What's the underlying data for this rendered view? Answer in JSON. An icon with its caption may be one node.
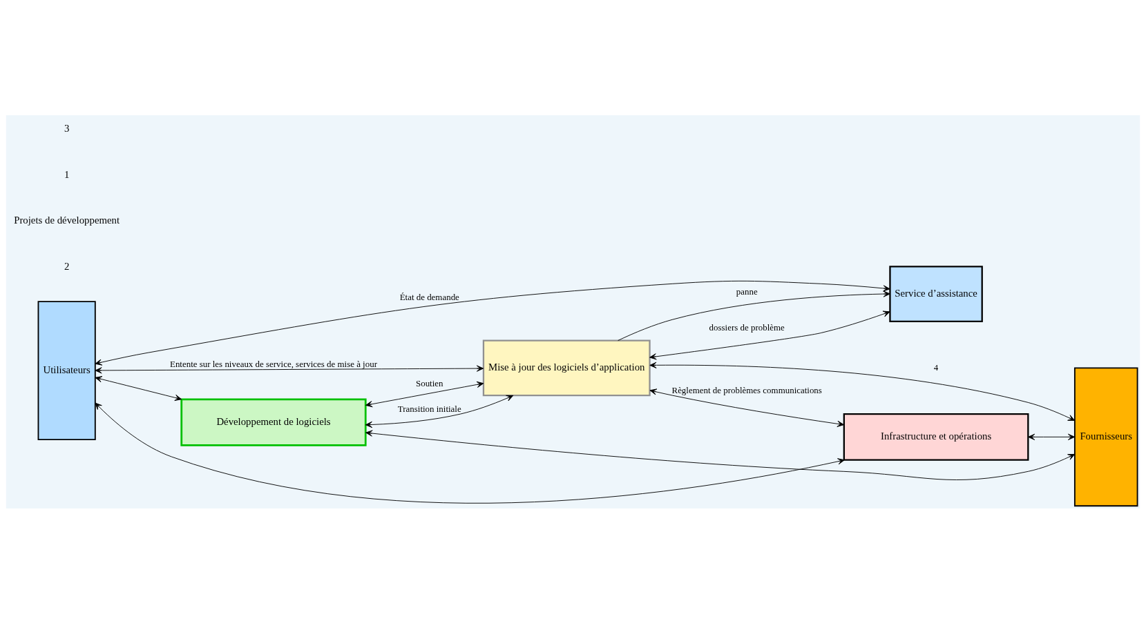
{
  "diagram": {
    "nodes": [
      {
        "text": [
          "Utilisateurs"
        ]
      },
      {
        "text": [
          "Développement de logiciels"
        ]
      },
      {
        "text": [
          "Mise à jour des logiciels d’application"
        ]
      },
      {
        "text": [
          "Service d’assistance"
        ]
      },
      {
        "text": [
          "Infrastructure et opérations"
        ]
      },
      {
        "text": [
          "Fournisseurs"
        ]
      }
    ],
    "edges": [
      {
        "from": 0,
        "to": 1,
        "arrow": "both"
      },
      {
        "from": 1,
        "to": 5,
        "arrow": "both"
      },
      {
        "from": 1,
        "to": 2,
        "arrow": "both",
        "label": "Soutien"
      },
      {
        "from": 1,
        "to": 2,
        "arrow": "both",
        "label": "Transition initiale"
      },
      {
        "from": 0,
        "to": 2,
        "arrow": "both",
        "label": "Entente sur les niveaux de service, services de mise à jour"
      },
      {
        "from": 2,
        "to": 5,
        "arrow": "both",
        "label": "4"
      },
      {
        "from": 0,
        "to": 3,
        "arrow": "both",
        "label": "État de demande"
      },
      {
        "from": 2,
        "to": 3,
        "arrow": "to",
        "label": "panne"
      },
      {
        "from": 2,
        "to": 3,
        "arrow": "both",
        "label": "dossiers de problème"
      },
      {
        "from": 2,
        "to": 4,
        "arrow": "both",
        "label": "Règlement de problèmes communications"
      },
      {
        "from": 0,
        "to": 4,
        "arrow": "both"
      },
      {
        "from": 4,
        "to": 5,
        "arrow": "both"
      }
    ],
    "labels": [
      "2",
      "Projets de développement",
      "1",
      "3"
    ]
  }
}
